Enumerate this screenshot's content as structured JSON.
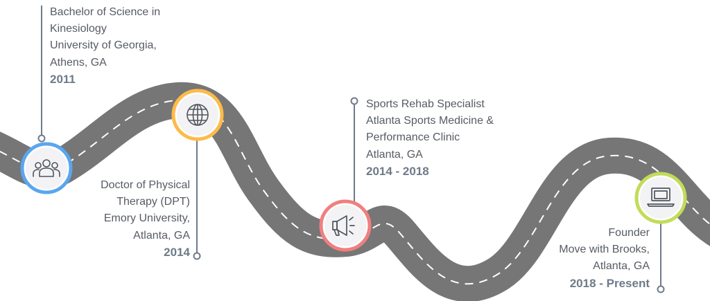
{
  "colors": {
    "road": "#767676",
    "dash": "#ffffff",
    "connector": "#6e7a89",
    "icon": "#4e555d"
  },
  "milestones": [
    {
      "icon": "people-icon",
      "ring_color": "#5aa6ee",
      "lines": [
        "Bachelor of Science in",
        "Kinesiology",
        "University of Georgia,",
        "Athens, GA"
      ],
      "year": "2011"
    },
    {
      "icon": "globe-icon",
      "ring_color": "#fdbb49",
      "lines": [
        "Doctor of Physical",
        "Therapy (DPT)",
        "Emory University,",
        "Atlanta, GA"
      ],
      "year": "2014"
    },
    {
      "icon": "megaphone-icon",
      "ring_color": "#f17f7f",
      "lines": [
        "Sports Rehab Specialist",
        "Atlanta Sports Medicine &",
        "Performance Clinic",
        "Atlanta, GA"
      ],
      "year": "2014 - 2018"
    },
    {
      "icon": "laptop-icon",
      "ring_color": "#c2dc58",
      "lines": [
        "Founder",
        "Move with Brooks,",
        "Atlanta, GA"
      ],
      "year": "2018 - Present"
    }
  ]
}
